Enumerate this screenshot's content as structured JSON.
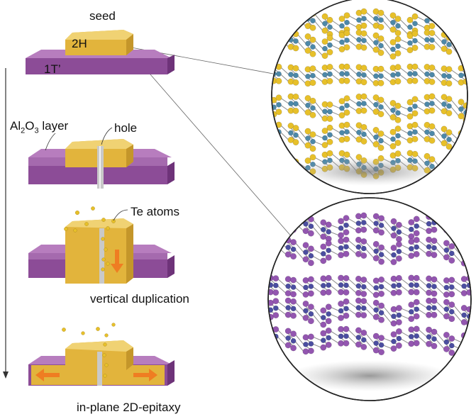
{
  "labels": {
    "seed": "seed",
    "phase_2h": "2H",
    "phase_1t": "1T’",
    "al2o3_prefix": "Al",
    "al2o3_sub1": "2",
    "al2o3_mid": "O",
    "al2o3_sub2": "3",
    "al2o3_suffix": " layer",
    "hole": "hole",
    "te_atoms": "Te atoms",
    "vertical_duplication": "vertical duplication",
    "in_plane_epitaxy": "in-plane 2D-epitaxy"
  },
  "colors": {
    "purple_top": "#b77dbe",
    "purple_front": "#8c4c97",
    "purple_side": "#6e3379",
    "gold_top": "#f0d273",
    "gold_front": "#e2b43c",
    "gold_side": "#c4962a",
    "arrow_orange": "#ef7d22",
    "atom_yellow": "#e7c02a",
    "atom_blue": "#4d88a8",
    "atom_purple": "#9356b0",
    "atom_indigo": "#4b4ea0",
    "hole_grey": "#c9c9c9"
  },
  "icons": [
    "down-arrow-icon",
    "orange-arrow-icon",
    "leader-line-icon"
  ]
}
